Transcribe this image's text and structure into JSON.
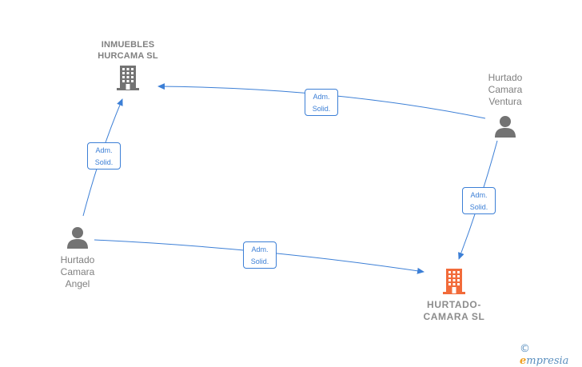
{
  "nodes": {
    "inmuebles": {
      "line1": "INMUEBLES",
      "line2": "HURCAMA SL"
    },
    "hurtado_sl": {
      "line1": "HURTADO-",
      "line2": "CAMARA SL"
    },
    "ventura": {
      "line1": "Hurtado",
      "line2": "Camara",
      "line3": "Ventura"
    },
    "angel": {
      "line1": "Hurtado",
      "line2": "Camara",
      "line3": "Angel"
    }
  },
  "edges": [
    {
      "line1": "Adm.",
      "line2": "Solid."
    },
    {
      "line1": "Adm.",
      "line2": "Solid."
    },
    {
      "line1": "Adm.",
      "line2": "Solid."
    },
    {
      "line1": "Adm.",
      "line2": "Solid."
    }
  ],
  "colors": {
    "edge": "#3c7fd6",
    "company": "#737373",
    "main_company": "#f26b3a",
    "person": "#737373"
  },
  "watermark": {
    "symbol": "©",
    "brand_initial": "e",
    "brand_rest": "mpresia"
  }
}
